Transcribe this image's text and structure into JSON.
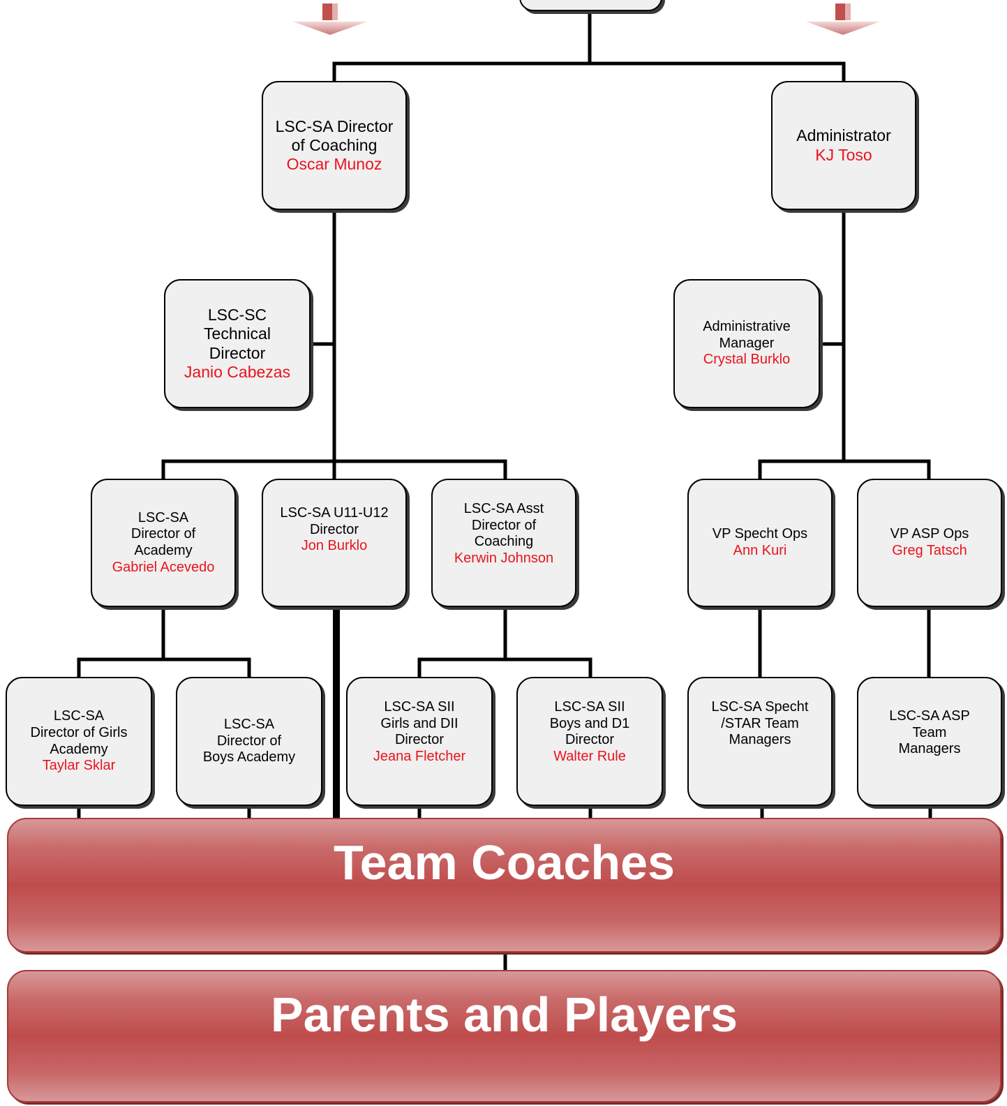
{
  "nodes": {
    "director_of_coaching": {
      "title": "LSC-SA Director\nof Coaching",
      "person": "Oscar Munoz"
    },
    "administrator": {
      "title": "Administrator",
      "person": "KJ Toso"
    },
    "technical_director": {
      "title": "LSC-SC\nTechnical\nDirector",
      "person": "Janio Cabezas"
    },
    "administrative_manager": {
      "title": "Administrative\nManager",
      "person": "Crystal Burklo"
    },
    "director_of_academy": {
      "title": "LSC-SA\nDirector of\nAcademy",
      "person": "Gabriel Acevedo"
    },
    "u11_u12_director": {
      "title": "LSC-SA U11-U12\nDirector",
      "person": "Jon Burklo"
    },
    "asst_director_of_coaching": {
      "title": "LSC-SA Asst\nDirector of\nCoaching",
      "person": "Kerwin Johnson"
    },
    "vp_specht_ops": {
      "title": "VP Specht Ops",
      "person": "Ann Kuri"
    },
    "vp_asp_ops": {
      "title": "VP ASP Ops",
      "person": "Greg Tatsch"
    },
    "director_girls_academy": {
      "title": "LSC-SA\nDirector of Girls\nAcademy",
      "person": "Taylar Sklar"
    },
    "director_boys_academy": {
      "title": "LSC-SA\nDirector of\nBoys Academy",
      "person": ""
    },
    "sii_girls_dii_director": {
      "title": "LSC-SA SII\nGirls and DII\nDirector",
      "person": "Jeana Fletcher"
    },
    "sii_boys_d1_director": {
      "title": "LSC-SA  SII\nBoys  and D1\nDirector",
      "person": "Walter Rule"
    },
    "specht_star_team_managers": {
      "title": "LSC-SA Specht\n/STAR Team\nManagers",
      "person": ""
    },
    "asp_team_managers": {
      "title": "LSC-SA ASP\nTeam\nManagers",
      "person": ""
    }
  },
  "bands": {
    "team_coaches": "Team Coaches",
    "parents_and_players": "Parents and Players"
  },
  "colors": {
    "person_text": "#e8141c",
    "node_fill": "#f0f0f0",
    "band_fill": "#c0504d"
  }
}
